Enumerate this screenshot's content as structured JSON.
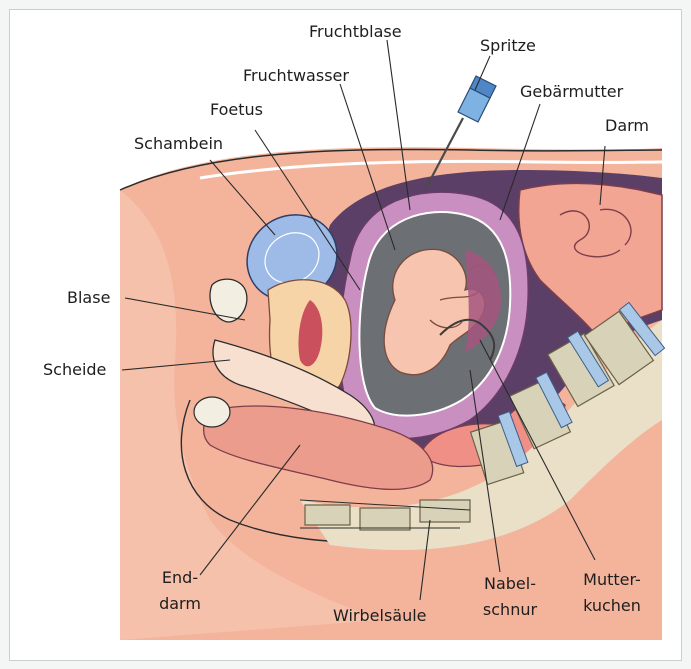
{
  "labels": {
    "fruchtblase": "Fruchtblase",
    "spritze": "Spritze",
    "fruchtwasser": "Fruchtwasser",
    "gebaermutter": "Gebärmutter",
    "foetus": "Foetus",
    "darm": "Darm",
    "schambein": "Schambein",
    "blase": "Blase",
    "scheide": "Scheide",
    "enddarm_1": "End-",
    "enddarm_2": "darm",
    "mutterkuchen_1": "Mutter-",
    "mutterkuchen_2": "kuchen",
    "nabelschnur_1": "Nabel-",
    "nabelschnur_2": "schnur",
    "wirbelsaeule": "Wirbelsäule"
  },
  "colors": {
    "skin": "#f4b49c",
    "tissue": "#f2a090",
    "cavity": "#5c3f67",
    "uterus": "#c98fc0",
    "amniotic": "#6c6f73",
    "fetus": "#f7c4b0",
    "bone": "#d8d2b8",
    "disc": "#a9c7e6",
    "pubis": "#9dbbe6",
    "bladder": "#f7d3a8"
  }
}
